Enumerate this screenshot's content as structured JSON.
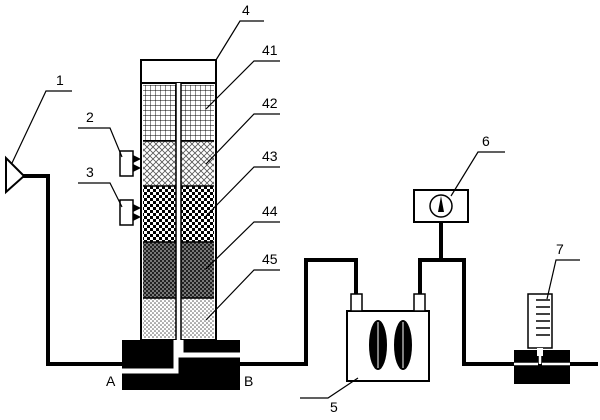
{
  "diagram": {
    "callouts": {
      "c1": "1",
      "c2": "2",
      "c3": "3",
      "c4": "4",
      "c41": "41",
      "c42": "42",
      "c43": "43",
      "c44": "44",
      "c45": "45",
      "c5": "5",
      "c6": "6",
      "c7": "7"
    },
    "ports": {
      "a": "A",
      "b": "B"
    }
  }
}
